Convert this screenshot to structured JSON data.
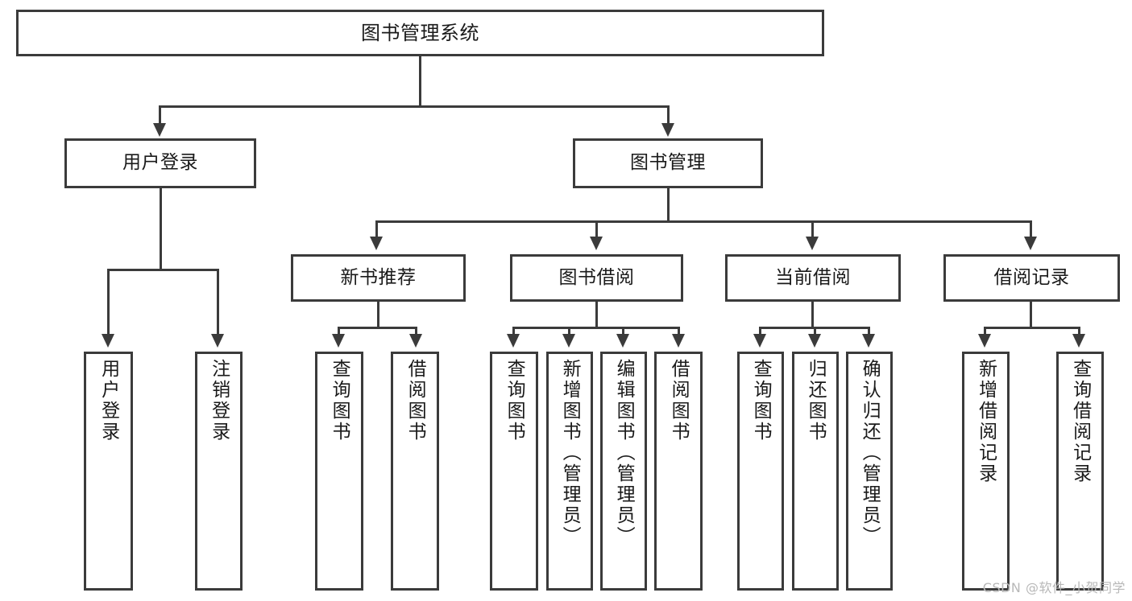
{
  "diagram": {
    "type": "hierarchy-tree",
    "title": "图书管理系统",
    "watermark": "CSDN @软件_小贺同学",
    "colors": {
      "stroke": "#3b3b3b",
      "fill": "#ffffff",
      "text": "#1a1a1a",
      "watermark": "#b8b8b8"
    },
    "root": {
      "label": "图书管理系统"
    },
    "level2": [
      {
        "label": "用户登录"
      },
      {
        "label": "图书管理"
      }
    ],
    "level3": [
      {
        "label": "新书推荐"
      },
      {
        "label": "图书借阅"
      },
      {
        "label": "当前借阅"
      },
      {
        "label": "借阅记录"
      }
    ],
    "leaves": {
      "user_login": [
        {
          "label": "用户登录"
        },
        {
          "label": "注销登录"
        }
      ],
      "new_book_recommend": [
        {
          "label": "查询图书"
        },
        {
          "label": "借阅图书"
        }
      ],
      "book_borrow": [
        {
          "label": "查询图书"
        },
        {
          "label": "新增图书（管理员）"
        },
        {
          "label": "编辑图书（管理员）"
        },
        {
          "label": "借阅图书"
        }
      ],
      "current_borrow": [
        {
          "label": "查询图书"
        },
        {
          "label": "归还图书"
        },
        {
          "label": "确认归还（管理员）"
        }
      ],
      "borrow_record": [
        {
          "label": "新增借阅记录"
        },
        {
          "label": "查询借阅记录"
        }
      ]
    }
  }
}
